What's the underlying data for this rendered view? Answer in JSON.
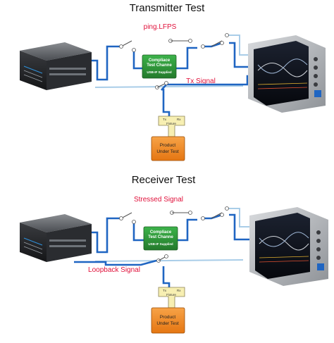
{
  "colors": {
    "wire": "#1f65c2",
    "wire_light": "#a9cde8",
    "label_red": "#e0103a",
    "channel_box": "#2f9e3a",
    "fixture": "#f7efb2",
    "product": "#f08a24"
  },
  "transmitter": {
    "title": "Transmitter Test",
    "label_top": "ping.LFPS",
    "label_mid": "Tx Signal",
    "channel": {
      "line1": "Compliace",
      "line2": "Test Channe",
      "line3": "USB-IF Supplied"
    },
    "fixture": {
      "tx": "Tx",
      "rx": "Rx",
      "name": "Fixture"
    },
    "product": {
      "line1": "Product",
      "line2": "Under Test"
    }
  },
  "receiver": {
    "title": "Receiver Test",
    "label_top": "Stressed Signal",
    "label_mid": "Loopback Signal",
    "channel": {
      "line1": "Compliace",
      "line2": "Test Channe",
      "line3": "USB-IF Supplied"
    },
    "fixture": {
      "tx": "Tx",
      "rx": "Rx",
      "name": "Fixture"
    },
    "product": {
      "line1": "Product",
      "line2": "Under Test"
    }
  }
}
